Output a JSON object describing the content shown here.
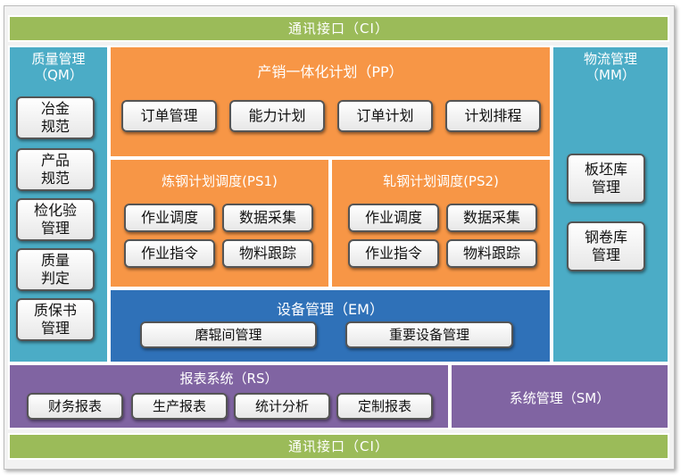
{
  "top_bar": "通讯接口（CI）",
  "bottom_bar": "通讯接口（CI）",
  "qm": {
    "title": "质量管理",
    "code": "（QM）",
    "items": [
      "冶金\n规范",
      "产品\n规范",
      "检化验\n管理",
      "质量\n判定",
      "质保书\n管理"
    ]
  },
  "pp": {
    "title": "产销一体化计划（PP）",
    "items": [
      "订单管理",
      "能力计划",
      "订单计划",
      "计划排程"
    ]
  },
  "ps1": {
    "title": "炼钢计划调度(PS1)",
    "items": [
      "作业调度",
      "数据采集",
      "作业指令",
      "物料跟踪"
    ]
  },
  "ps2": {
    "title": "轧钢计划调度(PS2)",
    "items": [
      "作业调度",
      "数据采集",
      "作业指令",
      "物料跟踪"
    ]
  },
  "em": {
    "title": "设备管理（EM）",
    "items": [
      "磨辊间管理",
      "重要设备管理"
    ]
  },
  "mm": {
    "title": "物流管理",
    "code": "（MM）",
    "items": [
      "板坯库\n管理",
      "钢卷库\n管理"
    ]
  },
  "rs": {
    "title": "报表系统（RS）",
    "items": [
      "财务报表",
      "生产报表",
      "统计分析",
      "定制报表"
    ]
  },
  "sm": {
    "title": "系统管理（SM）"
  },
  "colors": {
    "green": "#9bbb59",
    "light_blue": "#4bacc6",
    "orange": "#f79646",
    "dark_blue": "#2f71b8",
    "purple": "#8064a2"
  }
}
